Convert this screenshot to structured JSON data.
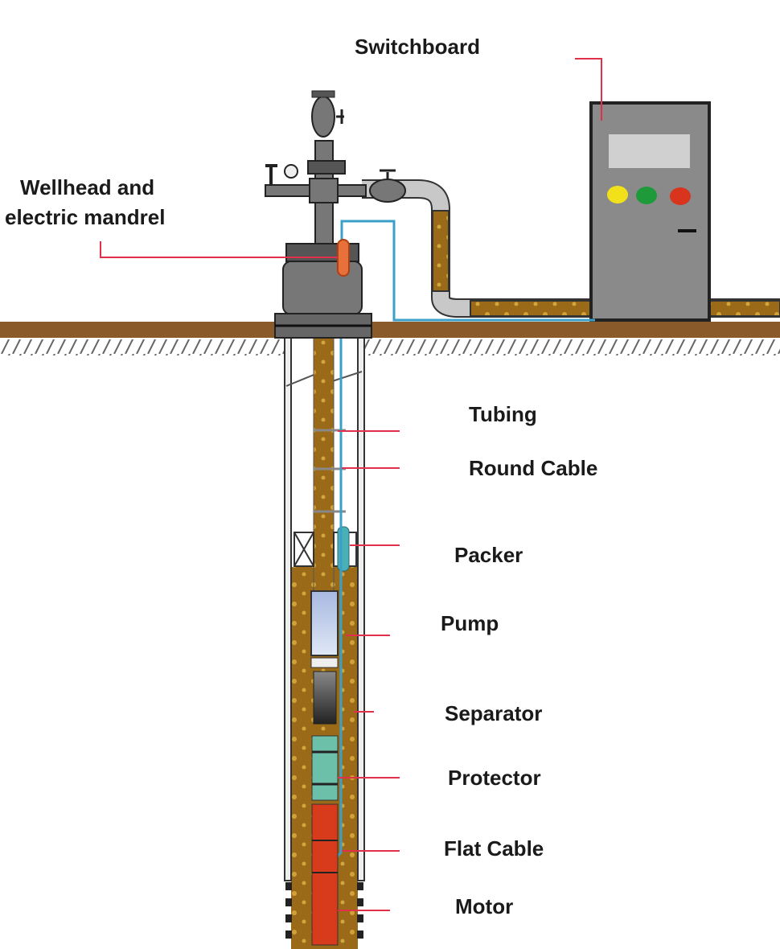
{
  "labels": {
    "switchboard": "Switchboard",
    "wellhead_line1": "Wellhead and",
    "wellhead_line2": "electric mandrel",
    "tubing": "Tubing",
    "round_cable": "Round Cable",
    "packer": "Packer",
    "pump": "Pump",
    "separator": "Separator",
    "protector": "Protector",
    "flat_cable": "Flat Cable",
    "motor": "Motor"
  },
  "colors": {
    "leader_line": "#e0304a",
    "ground": "#8a5a2b",
    "fluid": "#9a6a18",
    "cable": "#3aa0c8",
    "equipment_gray": "#7a7a7a",
    "pump": "#b8c8e8",
    "protector": "#6cc0aa",
    "motor": "#d83a1c",
    "indicator_yellow": "#f2e01a",
    "indicator_green": "#1e9a3a",
    "indicator_red": "#d8341e"
  }
}
